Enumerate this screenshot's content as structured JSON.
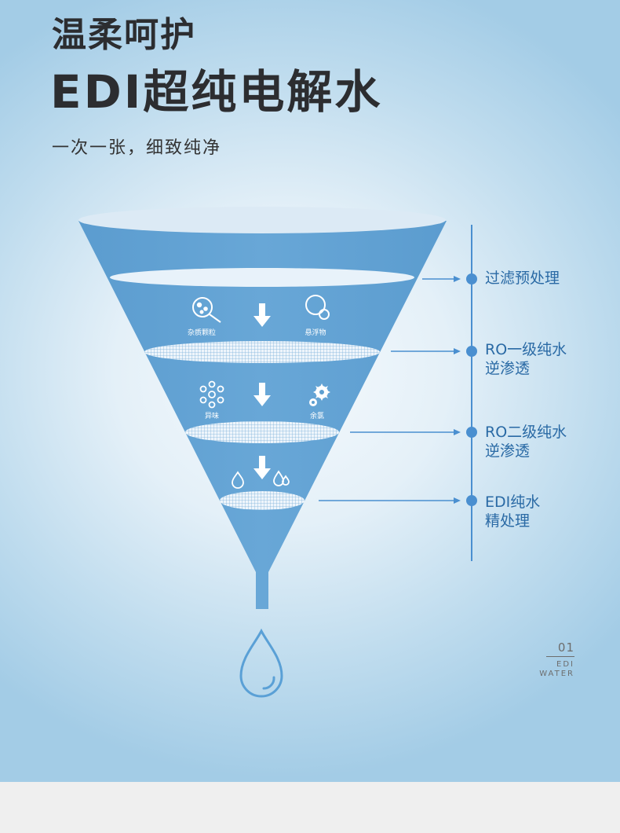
{
  "header": {
    "subtitle": "温柔呵护",
    "title": "EDI超纯电解水",
    "tagline": "一次一张，细致纯净"
  },
  "stages": [
    {
      "lines": [
        "过滤预处理"
      ]
    },
    {
      "lines": [
        "RO一级纯水",
        "逆渗透"
      ]
    },
    {
      "lines": [
        "RO二级纯水",
        "逆渗透"
      ]
    },
    {
      "lines": [
        "EDI纯水",
        "精处理"
      ]
    }
  ],
  "funnel_labels": {
    "level1": [
      "杂质颗粒",
      "悬浮物"
    ],
    "level2": [
      "异味",
      "余氯"
    ]
  },
  "badge": {
    "number": "01",
    "line1": "EDI",
    "line2": "WATER"
  },
  "colors": {
    "funnel": "#5e9fd0",
    "accent": "#4a8fd0",
    "text_dark": "#2c2d30",
    "stage_text": "#2a6aa5"
  }
}
